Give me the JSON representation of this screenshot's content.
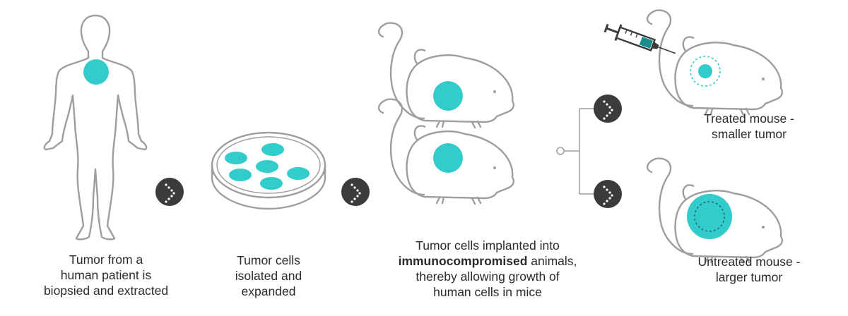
{
  "captions": {
    "patient": [
      "Tumor from a",
      "human patient is",
      "biopsied and extracted"
    ],
    "dish": [
      "Tumor cells",
      "isolated and",
      "expanded"
    ],
    "implant": {
      "line1": "Tumor cells implanted into",
      "bold": "immunocompromised",
      "line2_rest": " animals,",
      "line3": "thereby allowing growth of",
      "line4": "human cells in mice"
    },
    "treated": [
      "Treated mouse -",
      "smaller tumor"
    ],
    "untreated": [
      "Untreated mouse -",
      "larger tumor"
    ]
  },
  "icons": {
    "arrow": "chevron-right-dotted-icon",
    "human": "human-silhouette-icon",
    "dish": "petri-dish-icon",
    "mouse": "mouse-outline-icon",
    "syringe": "syringe-icon"
  },
  "colors": {
    "tumor": "#33CCCC",
    "outline": "#9E9E9E",
    "arrow_badge": "#3B3B3B",
    "text": "#2B2B2B"
  }
}
